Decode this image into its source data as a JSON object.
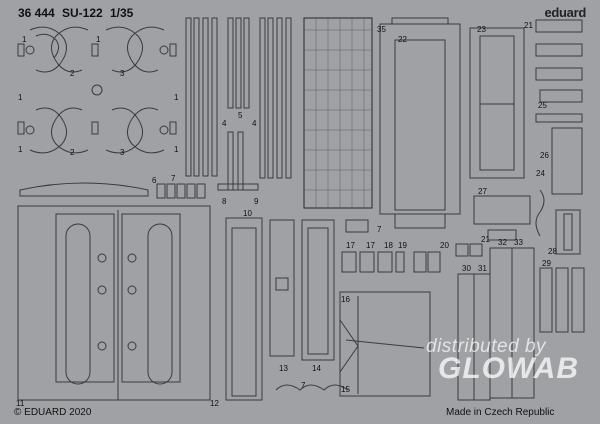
{
  "header": {
    "code": "36 444",
    "model": "SU-122",
    "scale": "1/35",
    "brand": "eduard"
  },
  "footer": {
    "copyright": "© EDUARD 2020",
    "origin": "Made in Czech Republic"
  },
  "watermark": {
    "line1": "distributed by",
    "line2": "GLOWAB"
  },
  "part_numbers": [
    "1",
    "2",
    "3",
    "4",
    "5",
    "6",
    "7",
    "8",
    "9",
    "10",
    "11",
    "12",
    "13",
    "14",
    "15",
    "16",
    "17",
    "18",
    "19",
    "20",
    "21",
    "22",
    "23",
    "24",
    "25",
    "26",
    "27",
    "28",
    "29",
    "30",
    "31",
    "32",
    "33",
    "35"
  ],
  "colors": {
    "fret": "#9fa1a4",
    "etch_line": "#3a3b3d",
    "text": "#111111"
  }
}
